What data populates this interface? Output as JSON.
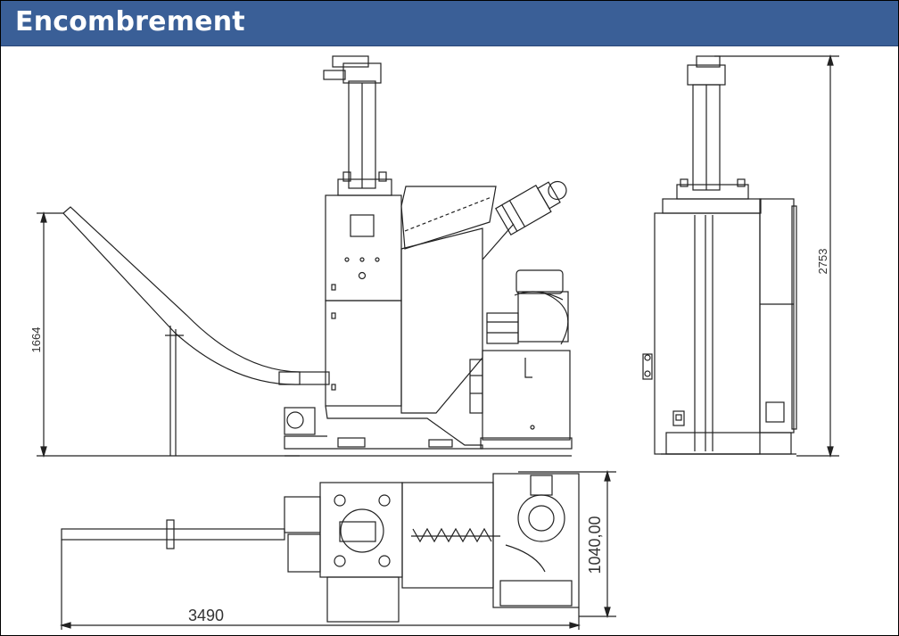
{
  "header": {
    "title": "Encombrement",
    "background": "#3a5f97",
    "text_color": "#ffffff"
  },
  "dimensions": {
    "side_height": "1664",
    "total_height": "2753",
    "width": "1040,00",
    "length": "3490"
  },
  "views": [
    "side-view",
    "front-view",
    "top-view"
  ]
}
